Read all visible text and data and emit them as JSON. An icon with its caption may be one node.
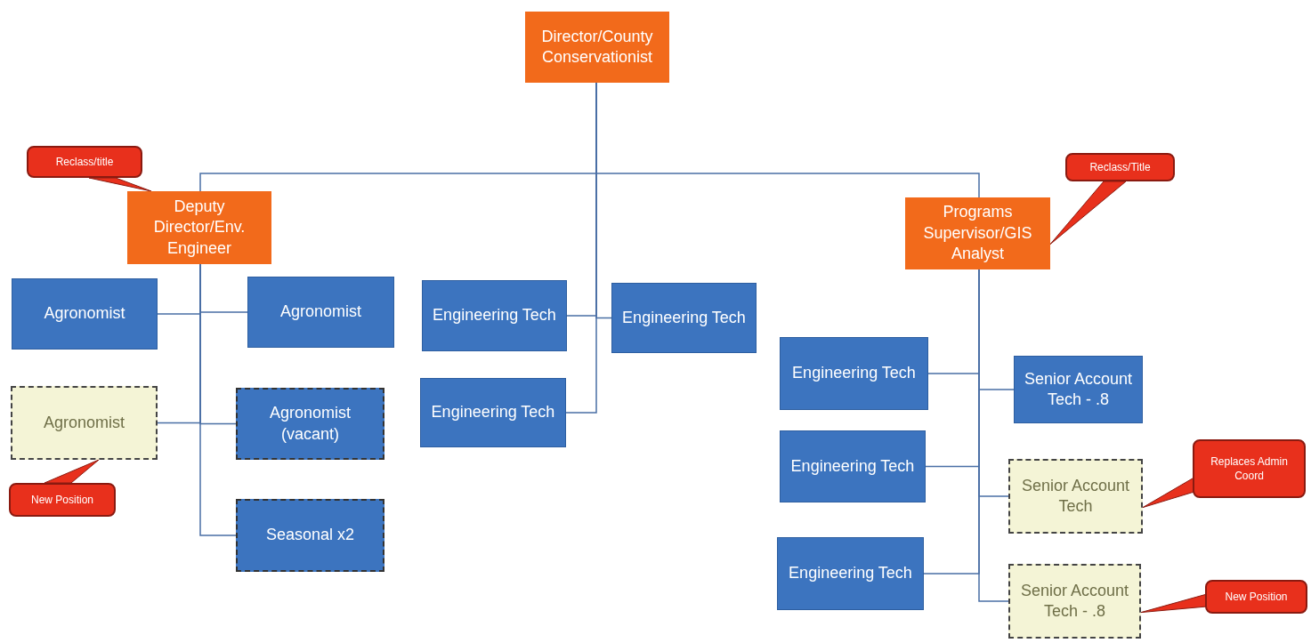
{
  "diagram": {
    "nodes": [
      {
        "text": [
          "Director/County Conservationist"
        ]
      },
      {
        "text": [
          "Deputy Director/Env. Engineer"
        ]
      },
      {
        "text": [
          "Programs Supervisor/GIS Analyst"
        ]
      },
      {
        "text": [
          "Agronomist"
        ]
      },
      {
        "text": [
          "Agronomist"
        ]
      },
      {
        "text": [
          "Agronomist"
        ]
      },
      {
        "text": [
          "Agronomist (vacant)"
        ]
      },
      {
        "text": [
          "Seasonal x2"
        ]
      },
      {
        "text": [
          "Engineering Tech"
        ]
      },
      {
        "text": [
          "Engineering Tech"
        ]
      },
      {
        "text": [
          "Engineering Tech"
        ]
      },
      {
        "text": [
          "Engineering Tech"
        ]
      },
      {
        "text": [
          "Senior Account Tech - .8"
        ]
      },
      {
        "text": [
          "Engineering Tech"
        ]
      },
      {
        "text": [
          "Senior Account Tech"
        ]
      },
      {
        "text": [
          "Engineering Tech"
        ]
      },
      {
        "text": [
          "Senior Account Tech - .8"
        ]
      },
      {
        "text": [
          "Reclass/title"
        ]
      },
      {
        "text": [
          "Reclass/Title"
        ]
      },
      {
        "text": [
          "New Position"
        ]
      },
      {
        "text": [
          "Replaces Admin Coord"
        ]
      },
      {
        "text": [
          "New Position"
        ]
      }
    ],
    "edges": [
      {
        "from": 0,
        "to": 1,
        "arrow": "none"
      },
      {
        "from": 0,
        "to": 2,
        "arrow": "none"
      },
      {
        "from": 0,
        "to": 8,
        "arrow": "none"
      },
      {
        "from": 0,
        "to": 9,
        "arrow": "none"
      },
      {
        "from": 0,
        "to": 10,
        "arrow": "none"
      },
      {
        "from": 1,
        "to": 3,
        "arrow": "none"
      },
      {
        "from": 1,
        "to": 4,
        "arrow": "none"
      },
      {
        "from": 1,
        "to": 5,
        "arrow": "none"
      },
      {
        "from": 1,
        "to": 6,
        "arrow": "none"
      },
      {
        "from": 1,
        "to": 7,
        "arrow": "none"
      },
      {
        "from": 2,
        "to": 11,
        "arrow": "none"
      },
      {
        "from": 2,
        "to": 12,
        "arrow": "none"
      },
      {
        "from": 2,
        "to": 13,
        "arrow": "none"
      },
      {
        "from": 2,
        "to": 14,
        "arrow": "none"
      },
      {
        "from": 2,
        "to": 15,
        "arrow": "none"
      },
      {
        "from": 2,
        "to": 16,
        "arrow": "none"
      },
      {
        "from": 17,
        "to": 1,
        "arrow": "none"
      },
      {
        "from": 18,
        "to": 2,
        "arrow": "none"
      },
      {
        "from": 19,
        "to": 5,
        "arrow": "none"
      },
      {
        "from": 20,
        "to": 14,
        "arrow": "none"
      },
      {
        "from": 21,
        "to": 16,
        "arrow": "none"
      }
    ]
  }
}
